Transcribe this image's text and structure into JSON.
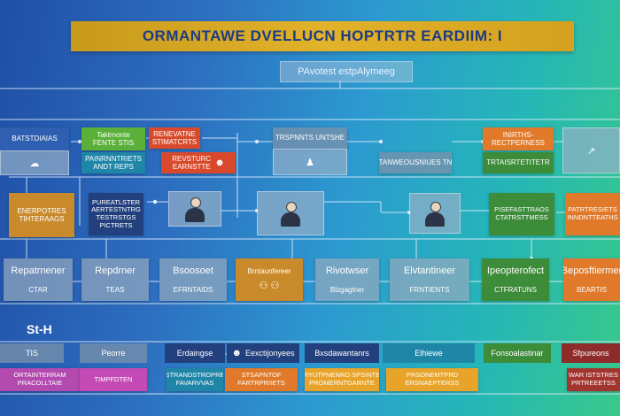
{
  "header": {
    "title": "ORMANTAWE DVELLUCN HOPTRTR EARDIIM: I",
    "subtitle": "PAvotest estpAlymeeg"
  },
  "nodes": {
    "top_left": "BATSTDIAIAS",
    "top_green": [
      "Taktrnonte",
      "FENTE STIS"
    ],
    "top_green_sub": [
      "PAINRNNTRIETS",
      "ANDT REPS"
    ],
    "top_red": [
      "RENEVATNE",
      "STIMATCRTS"
    ],
    "top_red2": [
      "REVSTURC",
      "EARNSTTE"
    ],
    "top_center": "TRSPNNTS UNTSHE",
    "mid_center": "TANWEOUSNIUES TN",
    "top_right_orange": [
      "INIRTHS-",
      "RECTPERNESS"
    ],
    "top_right_orange_sub": "TRTAISRTETITETR",
    "orange_left": [
      "ENERPOTRES",
      "TIHTERAAGS"
    ],
    "navy_left": [
      "PUREATLSTER",
      "AERTESTNTRG",
      "TESTRSTGS",
      "PICTRETS"
    ],
    "green_right": [
      "PISEFASTTRAOS",
      "CTATRSTTMESS"
    ],
    "orange_right": [
      "PATRTRESIETS",
      "INNDNTTEATHS"
    ],
    "row1": [
      "Repatrnener",
      "Repdrner",
      "Bsoosoet",
      "Brntaunfereer",
      "Rivotwser",
      "Elvtantineer",
      "Ipeopterofect",
      "Beposftiermer"
    ],
    "row1_sub": [
      "CTAR",
      "TEAS",
      "EFRNTAIDS",
      "",
      "Blzgagtner",
      "FRNTIENTS",
      "CTFRATUNS",
      "BEARTIS"
    ],
    "sf_label": "St-H",
    "row2": [
      "TIS",
      "Peorre",
      "Erdaingse",
      "Eexctijonyees",
      "Bxsdawantanrs",
      "Elhiewe",
      "Fonsoalastinar",
      "Sfpureons"
    ],
    "row3_a": [
      "ORTAINTERRAM",
      "PRACOLLTAIE"
    ],
    "row3_b": "TIMPFDTEN",
    "row3_c": [
      "STRANDSTROPRE",
      "FAVARVVAS"
    ],
    "row3_d": [
      "STSAPNTOF",
      "FARTRPRIIETS"
    ],
    "row3_e": [
      "PRYUTPNENRO SPSINTES",
      "PROMERNTDARNTE"
    ],
    "row3_f": [
      "PRSONEMTPRD",
      "ERSNAEPTERSS"
    ],
    "row3_g": [
      "WAR ISTSTRES",
      "PRTREEETSS"
    ]
  },
  "colors": {
    "title_bg": "#d4a11e",
    "title_text": "#1c3c86",
    "background_left": "#1f4fa6",
    "background_right": "#38c98a",
    "wire": "#e6f0ff"
  }
}
